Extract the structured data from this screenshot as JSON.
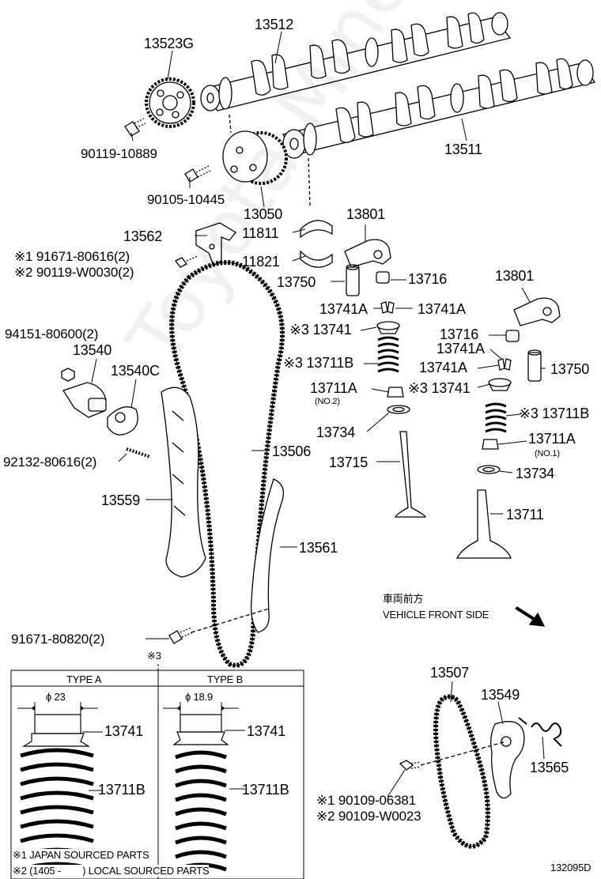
{
  "watermark": "Toyota-Mine.ru",
  "diagram_id": "132095D",
  "labels": {
    "p13512": "13512",
    "p13523G": "13523G",
    "p90119_10889": "90119-10889",
    "p13511": "13511",
    "p90105_10445": "90105-10445",
    "p13050": "13050",
    "p13562": "13562",
    "p11811": "11811",
    "p11821": "11821",
    "p13801a": "13801",
    "p13750a": "13750",
    "p13716a": "13716",
    "p13801b": "13801",
    "p91671_80616": "※1 91671-80616(2)",
    "p90119_W0030": "※2 90119-W0030(2)",
    "p13741A_l1": "13741A",
    "p13741A_r1": "13741A",
    "p13741_a": "※3 13741",
    "p13716b": "13716",
    "p94151": "94151-80600(2)",
    "p13540": "13540",
    "p13741A_l2": "13741A",
    "p13711B_a": "※3 13711B",
    "p13741A_l3": "13741A",
    "p13750b": "13750",
    "p13540C": "13540C",
    "p13711A_a": "13711A",
    "p13711A_a_sub": "(NO.2)",
    "p13741_b": "※3 13741",
    "p13711B_b": "※3 13711B",
    "p13734_a": "13734",
    "p13711A_b": "13711A",
    "p13711A_b_sub": "(NO.1)",
    "p92132": "92132-80616(2)",
    "p13506": "13506",
    "p13715": "13715",
    "p13734_b": "13734",
    "p13559": "13559",
    "p13711": "13711",
    "p13561": "13561",
    "front_jp": "車両前方",
    "front_en": "VEHICLE FRONT SIDE",
    "p91671_80820": "91671-80820(2)",
    "note3": "※3",
    "p13507": "13507",
    "p13549": "13549",
    "p13565": "13565",
    "p90109_06381": "※1 90109-06381",
    "p90109_W0023": "※2 90109-W0023",
    "footnote1": "※1 JAPAN SOURCED PARTS",
    "footnote2": "※2 (1405 -        ) LOCAL SOURCED PARTS"
  },
  "type_table": {
    "type_a": {
      "title": "TYPE A",
      "dia": "ϕ 23",
      "retainer": "13741",
      "spring": "13711B"
    },
    "type_b": {
      "title": "TYPE B",
      "dia": "ϕ 18.9",
      "retainer": "13741",
      "spring": "13711B"
    }
  }
}
